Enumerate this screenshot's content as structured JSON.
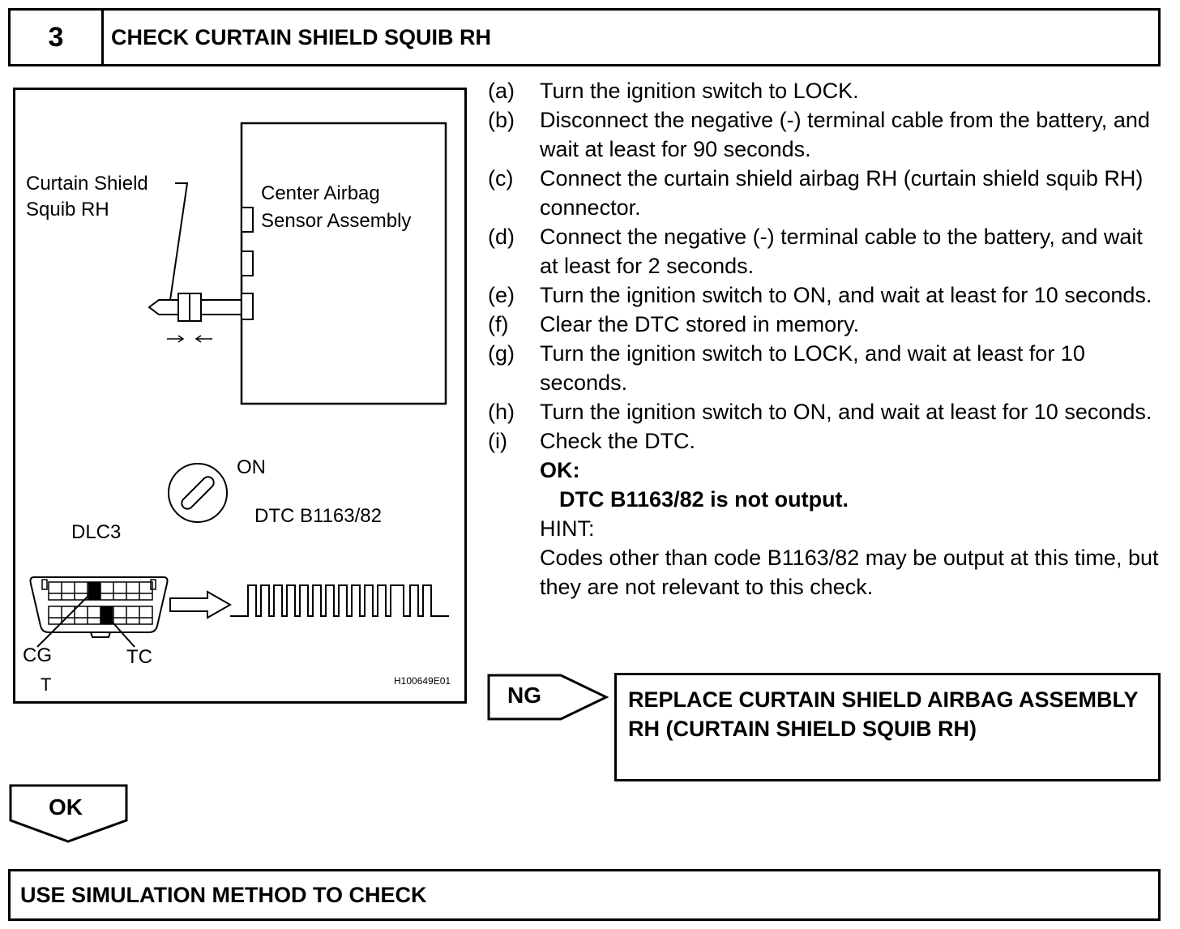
{
  "header": {
    "step_number": "3",
    "title": "CHECK CURTAIN SHIELD SQUIB RH"
  },
  "figure": {
    "squib_label_line1": "Curtain Shield",
    "squib_label_line2": "Squib RH",
    "sensor_label_line1": "Center Airbag",
    "sensor_label_line2": "Sensor Assembly",
    "switch_label": "ON",
    "dtc_label": "DTC B1163/82",
    "dlc_label": "DLC3",
    "cg_label": "CG",
    "t_label": "T",
    "tc_label": "TC",
    "figure_id": "H100649E01"
  },
  "steps": [
    {
      "label": "(a)",
      "text": "Turn the ignition switch to LOCK."
    },
    {
      "label": "(b)",
      "text": "Disconnect the negative (-) terminal cable from the battery, and wait at least for 90 seconds."
    },
    {
      "label": "(c)",
      "text": "Connect the curtain shield airbag RH (curtain shield squib RH) connector."
    },
    {
      "label": "(d)",
      "text": "Connect the negative (-) terminal cable to the battery, and wait at least for 2 seconds."
    },
    {
      "label": "(e)",
      "text": "Turn the ignition switch to ON, and wait at least for 10 seconds."
    },
    {
      "label": "(f)",
      "text": "Clear the DTC stored in memory."
    },
    {
      "label": "(g)",
      "text": "Turn the ignition switch to LOCK, and wait at least for 10 seconds."
    },
    {
      "label": "(h)",
      "text": "Turn the ignition switch to ON, and wait at least for 10 seconds."
    },
    {
      "label": "(i)",
      "text": "Check the DTC."
    }
  ],
  "ok_heading": "OK:",
  "ok_condition": "DTC B1163/82 is not output.",
  "hint_heading": "HINT:",
  "hint_text": "Codes other than code B1163/82 may be output at this time, but they are not relevant to this check.",
  "ng": {
    "label": "NG",
    "result": "REPLACE CURTAIN SHIELD AIRBAG ASSEMBLY RH (CURTAIN SHIELD SQUIB RH)"
  },
  "ok_branch": {
    "label": "OK",
    "result": "USE SIMULATION METHOD TO CHECK"
  }
}
